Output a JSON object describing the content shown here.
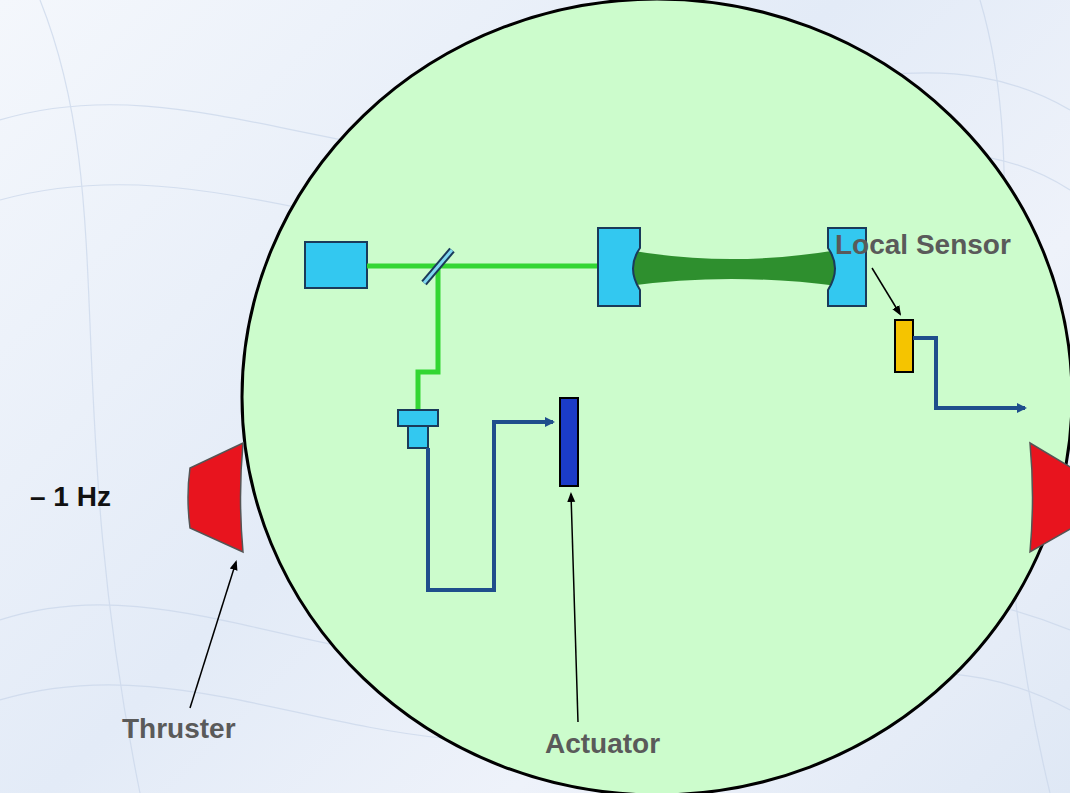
{
  "diagram": {
    "labels": [
      "– 1 Hz",
      "Local Sensor",
      "Actuator",
      "Thruster"
    ]
  }
}
